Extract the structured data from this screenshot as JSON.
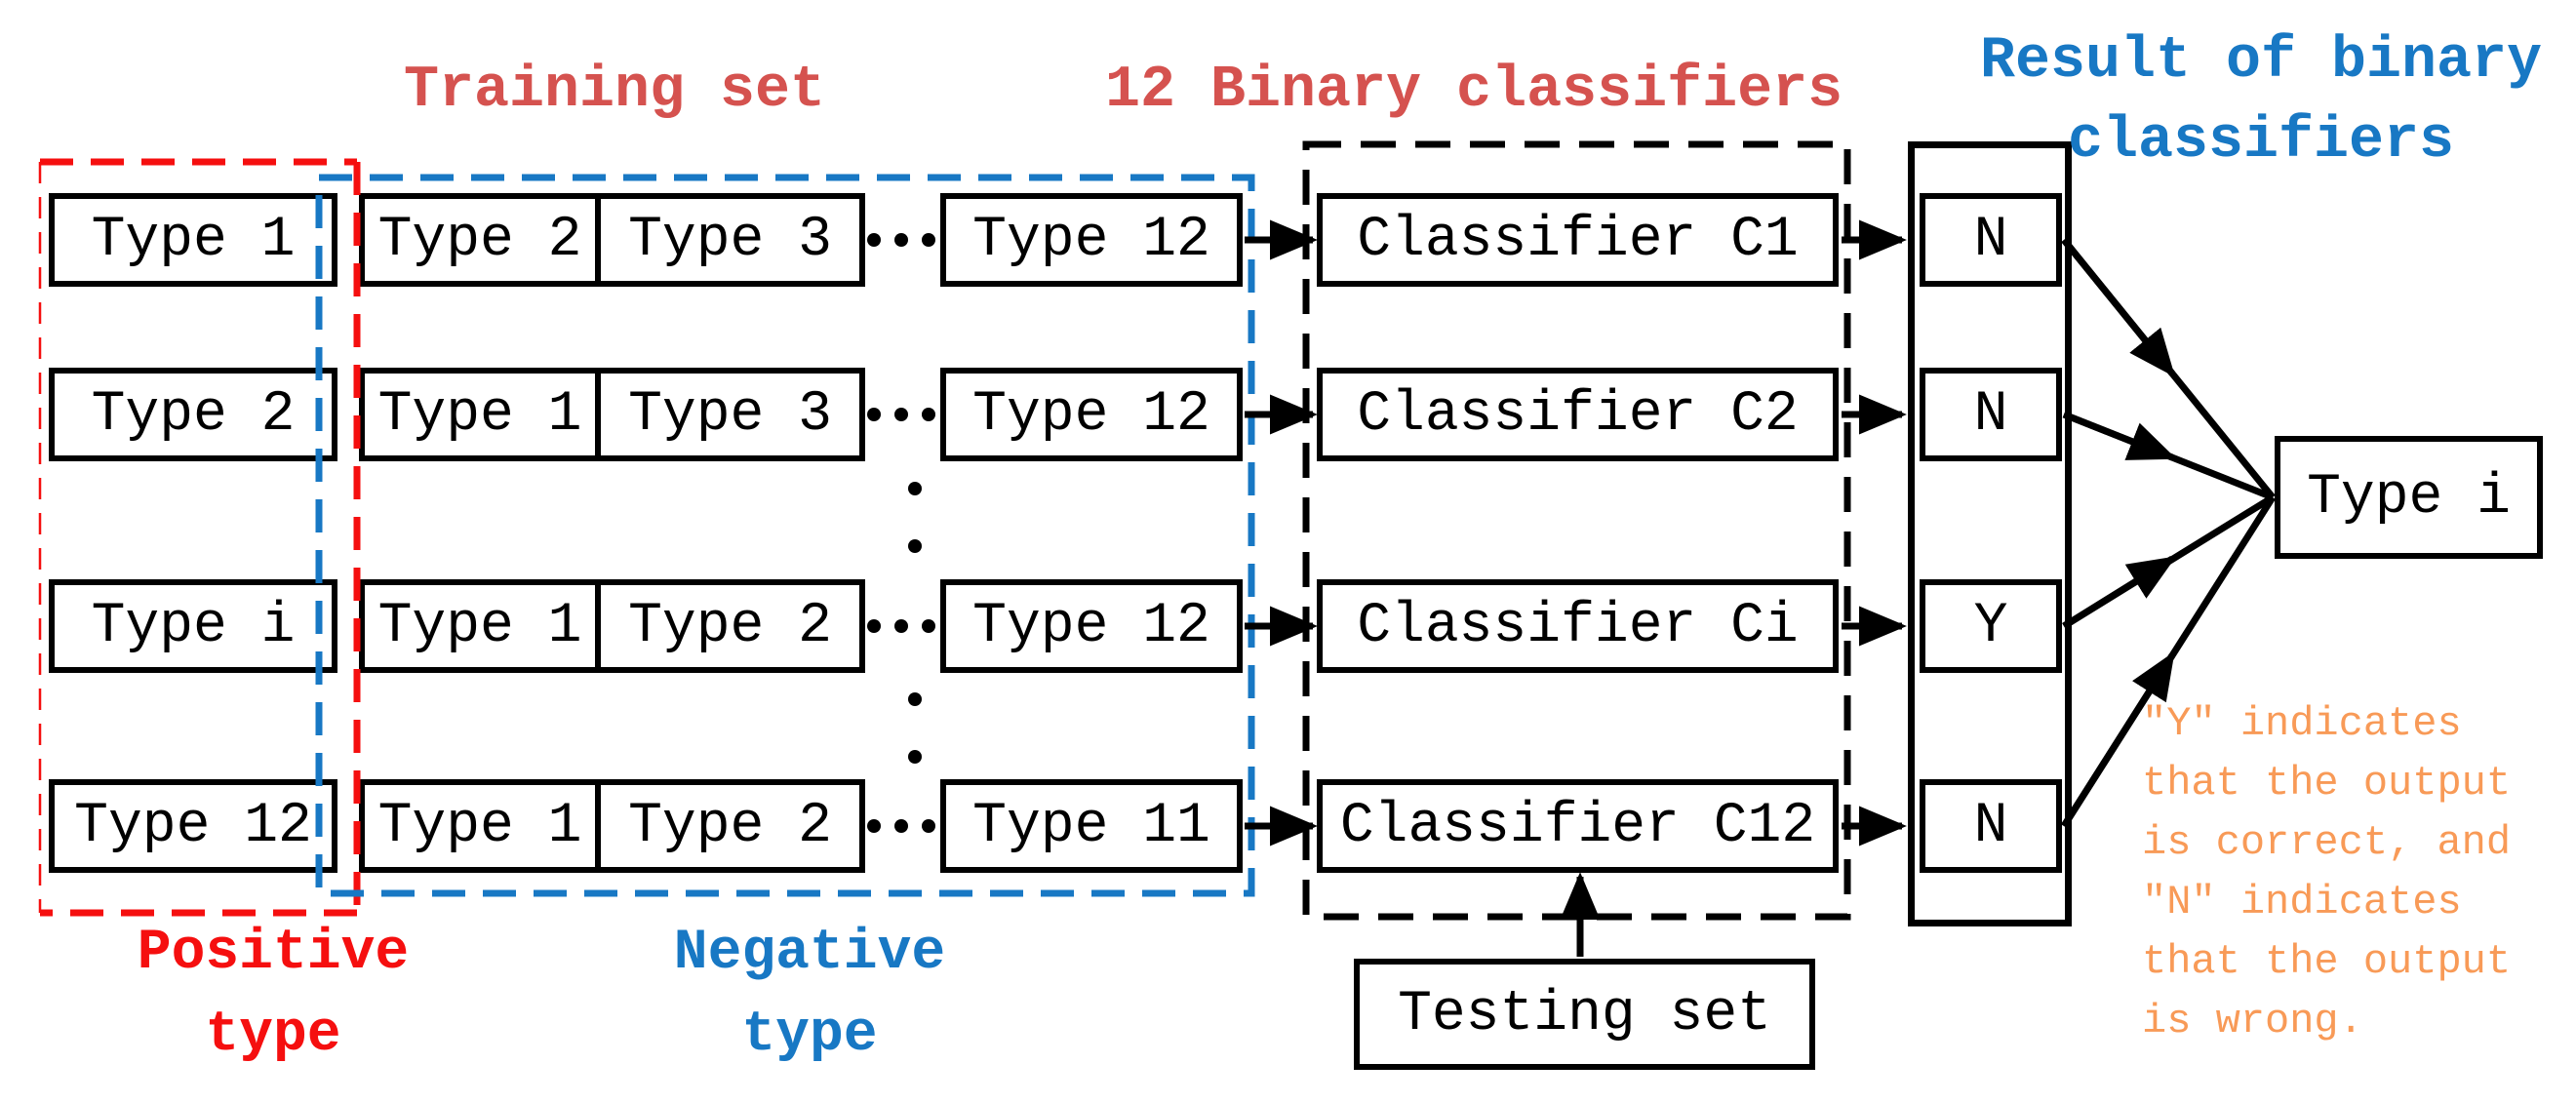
{
  "titles": {
    "training_set": "Training set",
    "binary_classifiers": "12 Binary classifiers",
    "result_line1": "Result of binary",
    "result_line2": "classifiers"
  },
  "group_labels": {
    "positive_line1": "Positive",
    "positive_line2": "type",
    "negative_line1": "Negative",
    "negative_line2": "type"
  },
  "rows": [
    {
      "positive": "Type 1",
      "negatives": [
        "Type 2",
        "Type 3",
        "Type 12"
      ],
      "classifier": "Classifier C1",
      "result": "N"
    },
    {
      "positive": "Type 2",
      "negatives": [
        "Type 1",
        "Type 3",
        "Type 12"
      ],
      "classifier": "Classifier C2",
      "result": "N"
    },
    {
      "positive": "Type i",
      "negatives": [
        "Type 1",
        "Type 2",
        "Type 12"
      ],
      "classifier": "Classifier Ci",
      "result": "Y"
    },
    {
      "positive": "Type 12",
      "negatives": [
        "Type 1",
        "Type 2",
        "Type 11"
      ],
      "classifier": "Classifier C12",
      "result": "N"
    }
  ],
  "output_label": "Type i",
  "testing_set_label": "Testing set",
  "note": {
    "lines": [
      "″Y″ indicates",
      "that the output",
      "is correct, and",
      "″N″ indicates",
      "that the output",
      "is wrong."
    ]
  },
  "decorations": {
    "row_ellipsis": "···",
    "column_ellipsis": "⋮"
  },
  "colors": {
    "title-red": "#d5524f",
    "dash-red": "#f50f0f",
    "blue": "#1878c4",
    "orange": "#f89a57",
    "ink": "#000000"
  }
}
